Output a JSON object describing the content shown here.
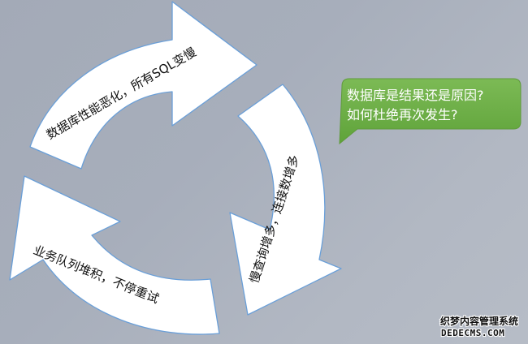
{
  "diagram": {
    "type": "cycle",
    "background_color": "#a8afbb",
    "arrow_fill": "#ffffff",
    "arrow_stroke": "#6a9fd8",
    "steps": [
      {
        "id": "step-1",
        "direction": "right",
        "label": "数据库性能恶化，所有SQL变慢"
      },
      {
        "id": "step-2",
        "direction": "down",
        "label": "慢查询增多，连接数增多"
      },
      {
        "id": "step-3",
        "direction": "up",
        "label": "业务队列堆积，不停重试"
      }
    ]
  },
  "callout": {
    "color": "#6db147",
    "lines": [
      "数据库是结果还是原因?",
      "如何杜绝再次发生?"
    ]
  },
  "watermark": {
    "line1": "织梦内容管理系统",
    "line2": "DEDECMS.COM"
  }
}
